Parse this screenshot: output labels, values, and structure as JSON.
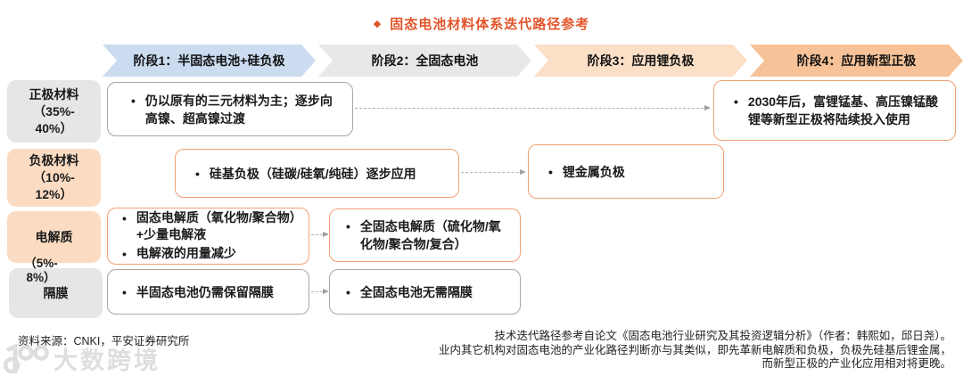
{
  "title": {
    "marker": "◆",
    "text": "固态电池材料体系迭代路径参考",
    "color": "#e2552b"
  },
  "stages": [
    {
      "label": "阶段1：半固态电池+硅负极",
      "bg": "#cbdcf1"
    },
    {
      "label": "阶段2：全固态电池",
      "bg": "#e8e8e8"
    },
    {
      "label": "阶段3：应用锂负极",
      "bg": "#fcdfc7"
    },
    {
      "label": "阶段4：应用新型正极",
      "bg": "#f7c297"
    }
  ],
  "row_labels": [
    {
      "text": "正极材料\n（35%-\n40%）"
    },
    {
      "text": "负极材料\n（10%-\n12%）"
    },
    {
      "text": "电解质"
    },
    {
      "text": "（5%-\n8%）"
    },
    {
      "text": "隔膜"
    }
  ],
  "boxes": {
    "cathode_now": {
      "bullets": [
        "仍以原有的三元材料为主；逐步向高镍、超高镍过渡"
      ]
    },
    "cathode_future": {
      "bullets": [
        "2030年后，富锂锰基、高压镍锰酸锂等新型正极将陆续投入使用"
      ]
    },
    "anode_si": {
      "bullets": [
        "硅基负极（硅碳/硅氧/纯硅）逐步应用"
      ]
    },
    "anode_li": {
      "bullets": [
        "锂金属负极"
      ]
    },
    "electrolyte_semi": {
      "bullets": [
        "固态电解质（氧化物/聚合物）+少量电解液",
        "电解液的用量减少"
      ]
    },
    "electrolyte_full": {
      "bullets": [
        "全固态电解质（硫化物/氧化物/聚合物/复合）"
      ]
    },
    "separator_semi": {
      "bullets": [
        "半固态电池仍需保留隔膜"
      ]
    },
    "separator_full": {
      "bullets": [
        "全固态电池无需隔膜"
      ]
    }
  },
  "footer": {
    "source": "资料来源：CNKI，平安证券研究所",
    "notes": [
      "技术迭代路径参考自论文《固态电池行业研究及其投资逻辑分析》（作者：韩熙如，邱日尧）。",
      "业内其它机构对固态电池的产业化路径判断亦与其类似，即先革新电解质和负极，负极先硅基后锂金属，",
      "而新型正极的产业化应用相对将更晚。"
    ]
  },
  "watermark": {
    "logo": "100",
    "text": "大数跨境"
  },
  "glyphs": {
    "bullet": "•"
  },
  "colors": {
    "title": "#e2552b",
    "stage1_bg": "#cbdcf1",
    "stage2_bg": "#e8e8e8",
    "stage3_bg": "#fcdfc7",
    "stage4_bg": "#f7c297",
    "label_gray_bg": "#e6e6e6",
    "label_peach_bg": "#fbdcc3",
    "box_border_orange": "#f0a173",
    "box_border_gray": "#a6a6a6",
    "connector": "#b3b3b3"
  }
}
